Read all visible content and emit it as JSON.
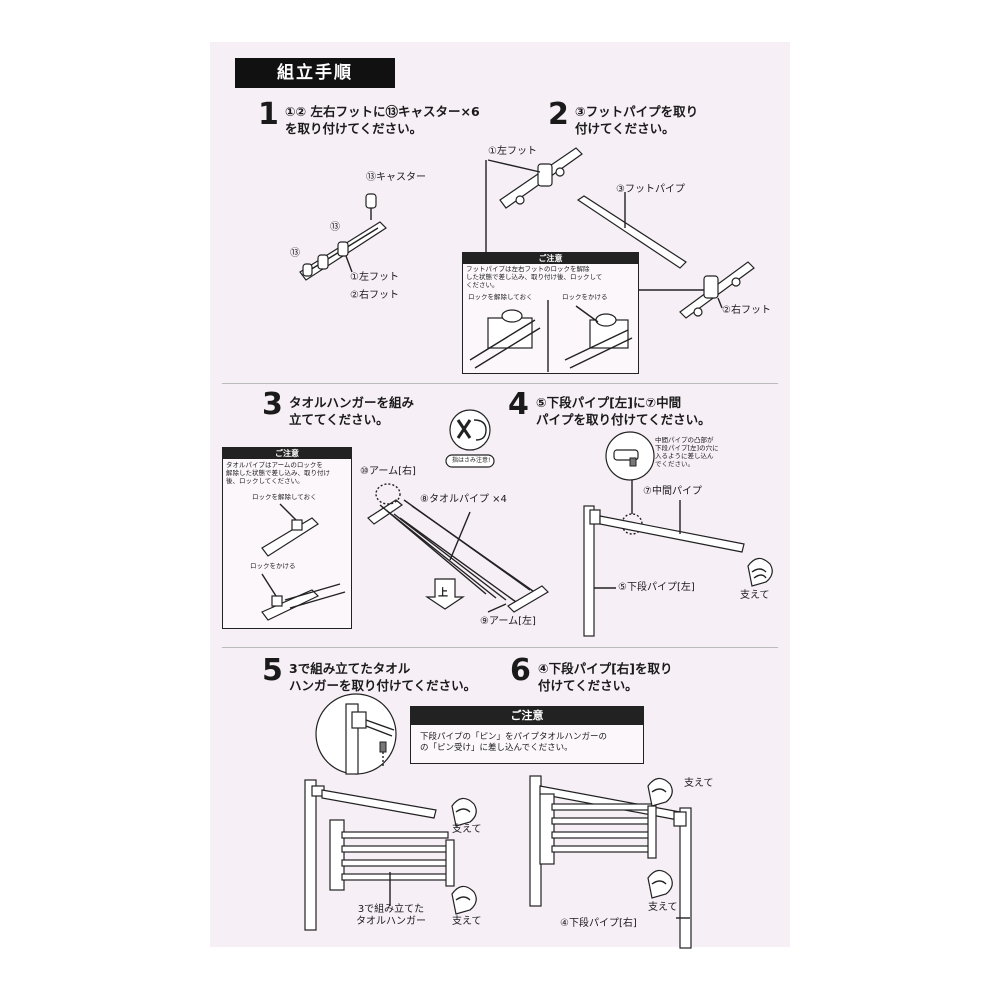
{
  "header": {
    "title": "組立手順"
  },
  "steps": [
    {
      "num": "1",
      "text": "①② 左右フットに⑬キャスター×6\nを取り付けてください。"
    },
    {
      "num": "2",
      "text": "③フットパイプを取り\n付けてください。"
    },
    {
      "num": "3",
      "text": "タオルハンガーを組み\n立ててください。"
    },
    {
      "num": "4",
      "text": "⑤下段パイプ[左]に⑦中間\nパイプを取り付けてください。"
    },
    {
      "num": "5",
      "text": "3で組み立てたタオル\nハンガーを取り付けてください。"
    },
    {
      "num": "6",
      "text": "④下段パイプ[右]を取り\n付けてください。"
    }
  ],
  "step1": {
    "caster": "⑬キャスター",
    "caster_mark_a": "⑬",
    "caster_mark_b": "⑬",
    "left_foot": "①左フット",
    "right_foot": "②右フット"
  },
  "step2": {
    "left_foot": "①左フット",
    "foot_pipe": "③フットパイプ",
    "right_foot": "②右フット",
    "note": {
      "title": "ご注意",
      "body": "フットパイプは左右フットのロックを解除\nした状態で差し込み、取り付け後、ロックして\nください。",
      "unlock": "ロックを解除しておく",
      "lock": "ロックをかける"
    }
  },
  "step3": {
    "pinch_label": "指はさみ注意!",
    "arm_right": "⑩アーム[右]",
    "towel_pipe": "⑧タオルパイプ ×4",
    "arm_left": "⑨アーム[左]",
    "arrow_text": "上",
    "note": {
      "title": "ご注意",
      "body": "タオルパイプはアームのロックを\n解除した状態で差し込み、取り付け\n後、ロックしてください。",
      "unlock": "ロックを解除しておく",
      "lock": "ロックをかける"
    }
  },
  "step4": {
    "callout": "中間パイプの凸部が\n下段パイプ[左]の穴に\n入るように差し込ん\nでください。",
    "middle_pipe": "⑦中間パイプ",
    "lower_pipe_left": "⑤下段パイプ[左]",
    "support": "支えて"
  },
  "step5": {
    "support_top": "支えて",
    "support_bottom": "支えて",
    "hanger": "3で組み立てた\nタオルハンガー"
  },
  "step6": {
    "note": {
      "title": "ご注意",
      "body": "下段パイプの「ピン」をパイプタオルハンガーの\nの「ピン受け」に差し込んでください。"
    },
    "support_top": "支えて",
    "support_bottom": "支えて",
    "lower_pipe_right": "④下段パイプ[右]"
  }
}
